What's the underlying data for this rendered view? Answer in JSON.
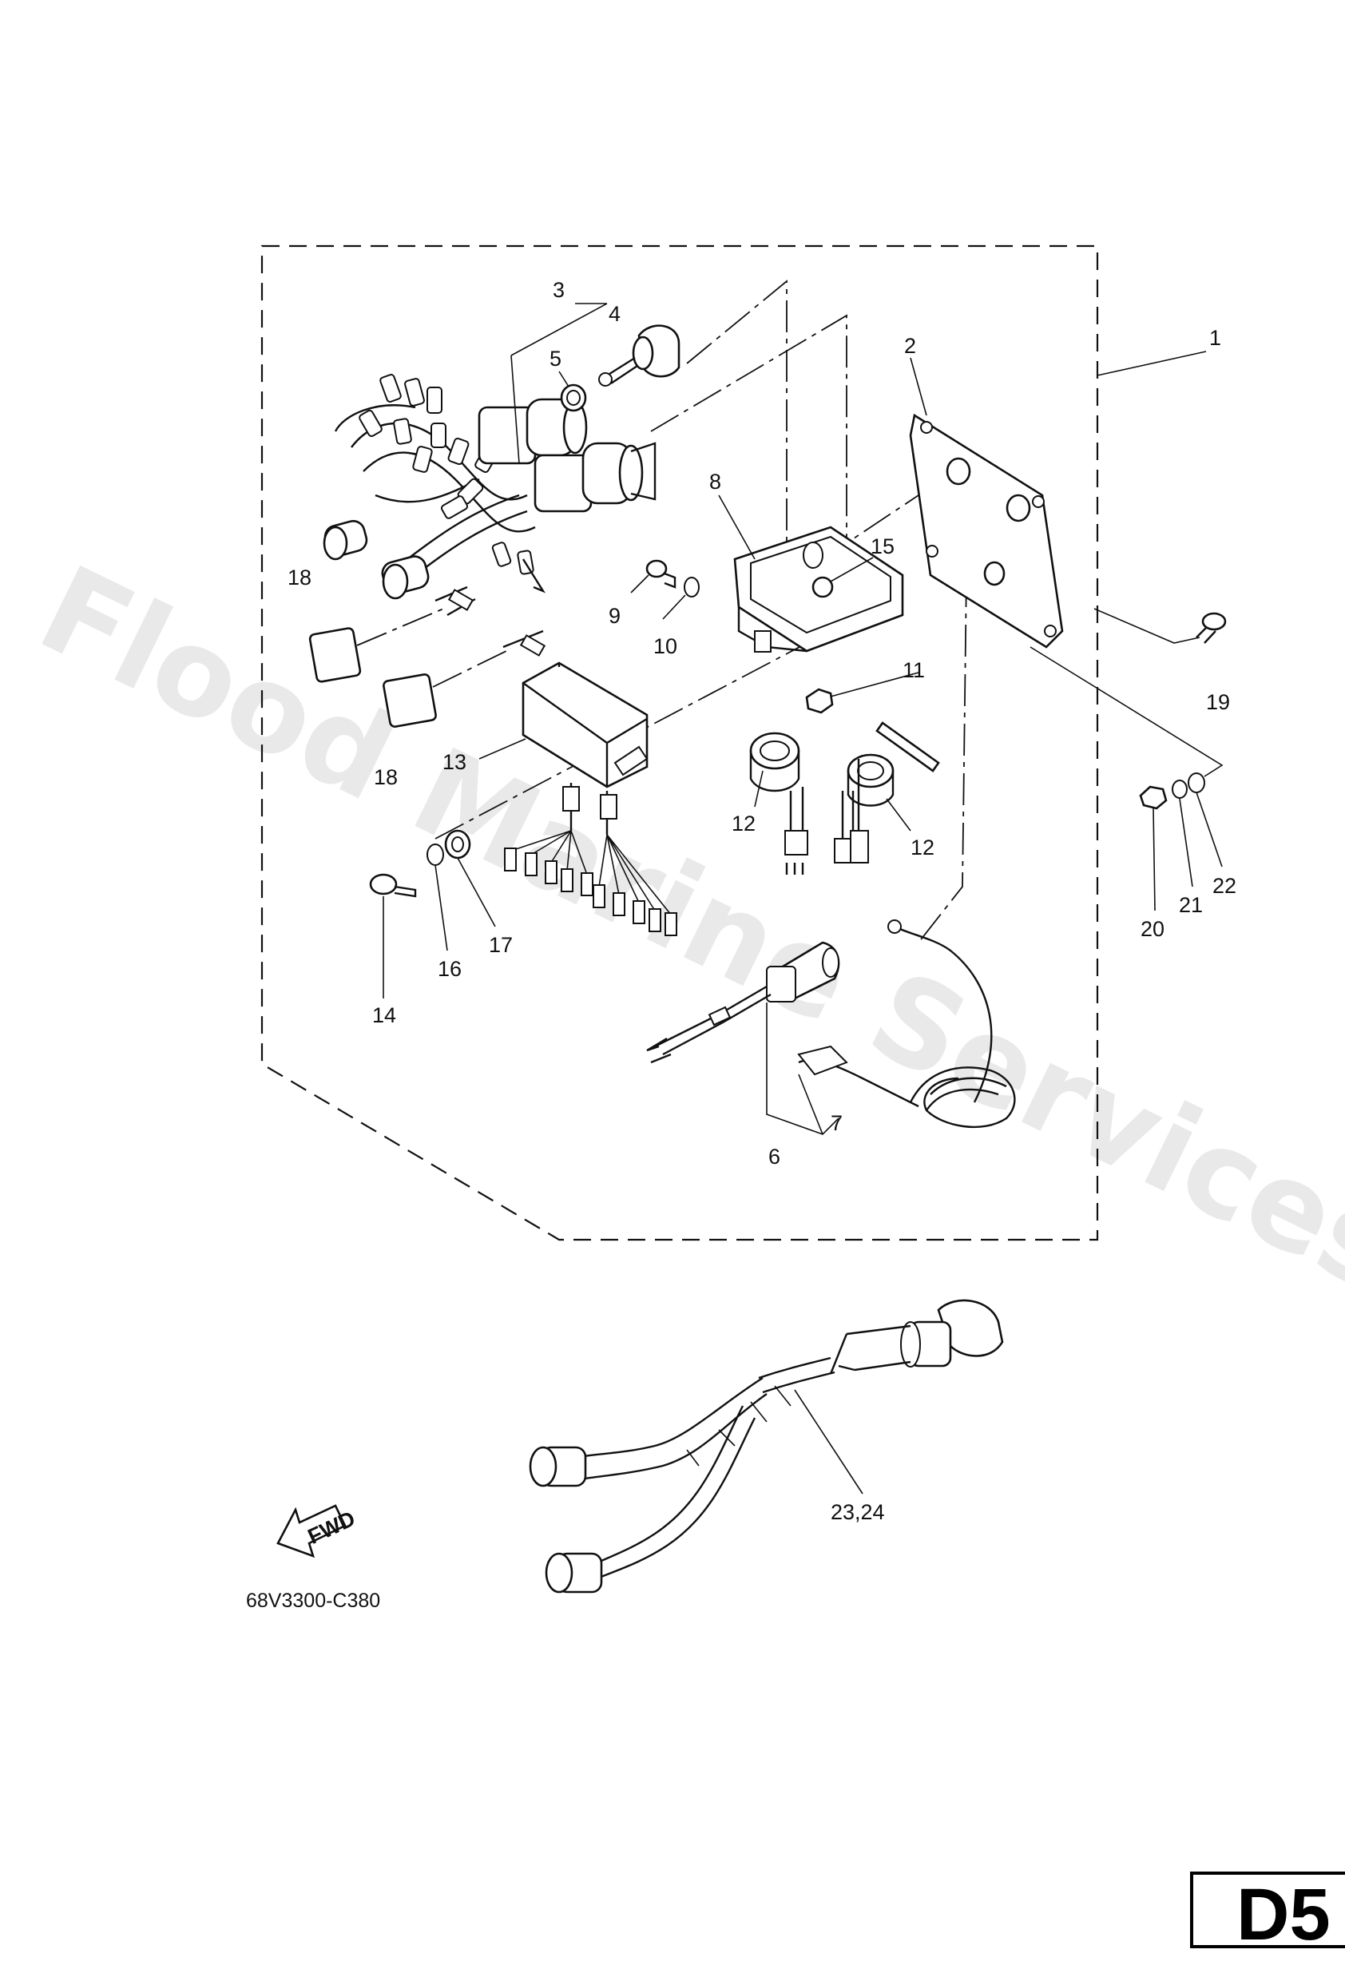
{
  "watermark": "Flood Marine Services",
  "diagram_code": "68V3300-C380",
  "fwd_label": "FWD",
  "page_badge": "D5",
  "callouts": {
    "c1": "1",
    "c2": "2",
    "c3": "3",
    "c4": "4",
    "c5": "5",
    "c6": "6",
    "c7": "7",
    "c8": "8",
    "c9": "9",
    "c10": "10",
    "c11": "11",
    "c12a": "12",
    "c12b": "12",
    "c13": "13",
    "c14": "14",
    "c15": "15",
    "c16": "16",
    "c17": "17",
    "c18a": "18",
    "c18b": "18",
    "c19": "19",
    "c20": "20",
    "c21": "21",
    "c22": "22",
    "c23_24": "23,24"
  },
  "colors": {
    "line": "#111111",
    "watermark": "#d7d7d7",
    "background": "#ffffff"
  }
}
